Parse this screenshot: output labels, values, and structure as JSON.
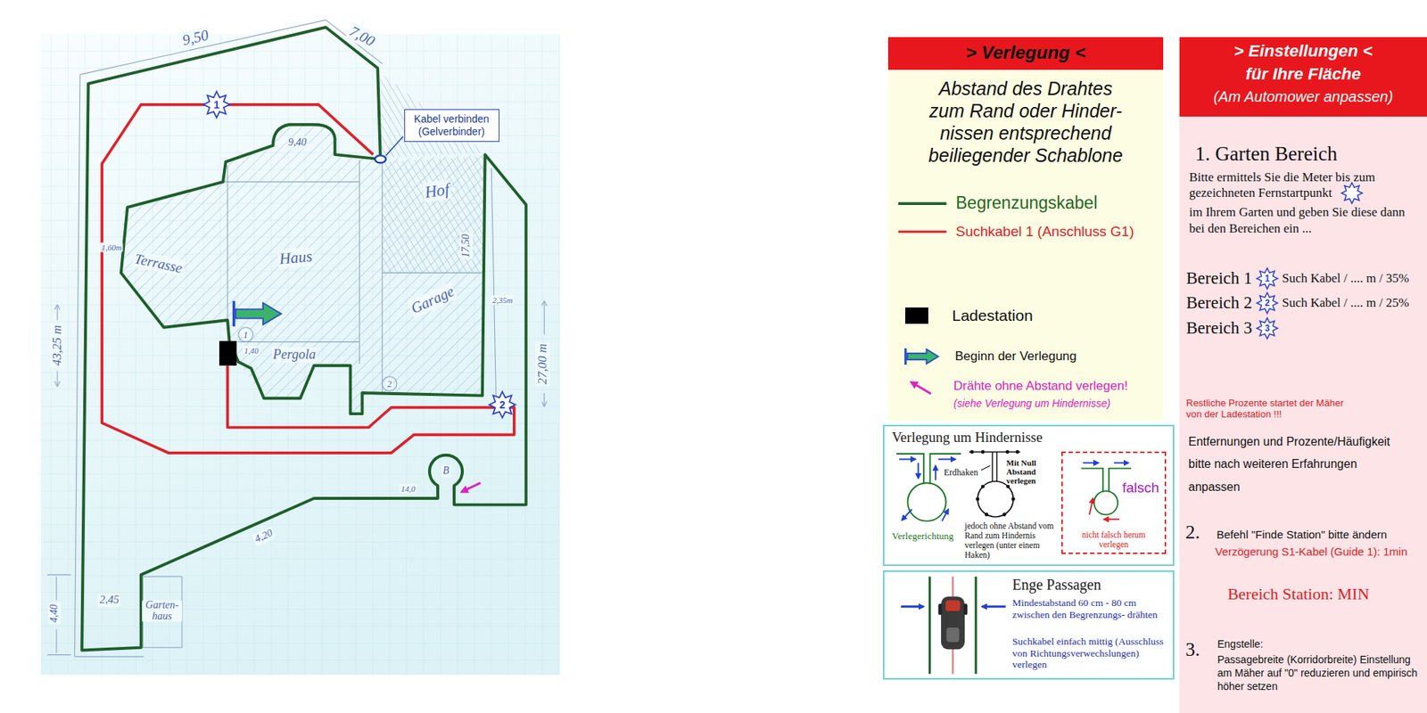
{
  "diagram": {
    "nodes": [
      {
        "text": [
          "Kabel verbinden (Gelverbinder)"
        ]
      },
      {
        "text": [
          "> Verlegung <",
          "Abstand des Drahtes zum Rand oder Hinder- nissen entsprechend beiliegender Schablone"
        ]
      },
      {
        "text": [
          "Verlegung um Hindernisse",
          "Erdhaken",
          "Mit Null Abstand verlegen",
          "Verlegerichtung",
          "jedoch ohne Abstand vom Rand zum Hindernis verlegen (unter einem Haken)"
        ]
      },
      {
        "text": [
          "falsch",
          "nicht falsch herum verlegen"
        ],
        "in": 2
      },
      {
        "text": [
          "Enge Passagen",
          "Mindestabstand 60 cm - 80 cm zwischen den Begrenzungs- drähten",
          "Suchkabel einfach mittig (Ausschluss von Richtungsverwechslungen) verlegen"
        ]
      },
      {
        "text": [
          "> Einstellungen <",
          "für Ihre Fläche",
          "(Am Automower anpassen)",
          "1. Garten Bereich",
          "Bitte ermittels Sie die Meter bis zum gezeichneten Fernstartpunkt",
          "im Ihrem Garten und geben Sie diese dann bei den Bereichen ein ...",
          "Bereich 1",
          "1",
          "Such Kabel / .... m / 35%",
          "Bereich 2",
          "2",
          "Such Kabel / .... m / 25%",
          "Bereich 3",
          "3",
          "Restliche Prozente startet der Mäher von der Ladestation !!!",
          "Entfernungen und Prozente/Häufigkeit bitte nach weiteren Erfahrungen anpassen",
          "2.",
          "Befehl \"Finde Station\" bitte ändern",
          "Verzögerung S1-Kabel (Guide 1): 1min",
          "Bereich Station: MIN",
          "3.",
          "Engstelle:",
          "Passagebreite (Korridorbreite) Einstellung am Mäher auf \"0\" reduzieren und empirisch höher setzen"
        ]
      }
    ],
    "labels": [
      "9,50",
      "7,00",
      "9,40",
      "Hof",
      "Terrasse",
      "Haus",
      "1,60m",
      "17,50",
      "Garage",
      "2,35m",
      "43,25 m",
      "27,00 m",
      "1",
      "1,40",
      "Pergola",
      "2",
      "B",
      "14,0",
      "4,20",
      "2,45",
      "Garten- haus",
      "4,40",
      "1",
      "2",
      "(siehe Verlegung um Hindernisse)"
    ],
    "legend": [
      {
        "text": "Begrenzungskabel"
      },
      {
        "text": "Suchkabel 1 (Anschluss G1)"
      },
      {
        "text": "Ladestation",
        "color": "#000000"
      },
      {
        "text": "Beginn der Verlegung"
      },
      {
        "text": "Drähte ohne Abstand verlegen!"
      }
    ]
  }
}
